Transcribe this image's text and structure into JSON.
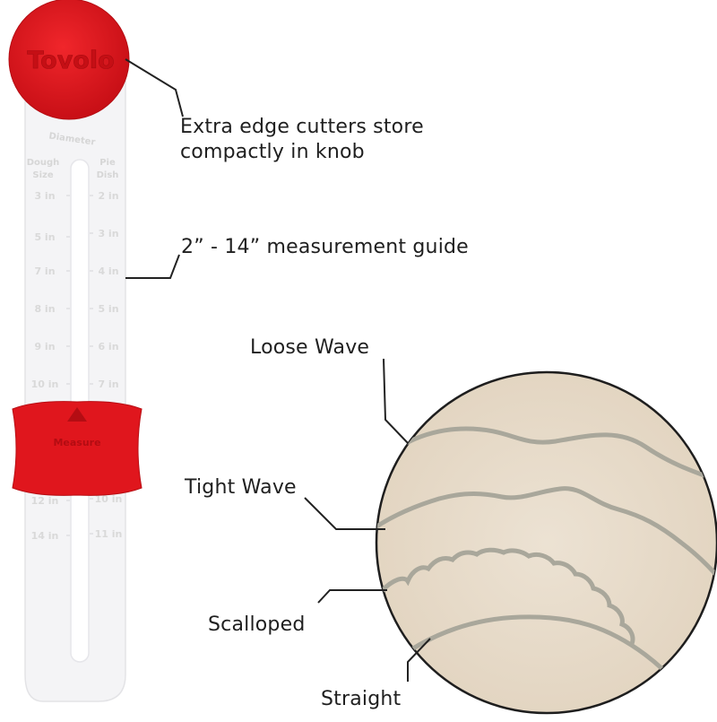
{
  "knob": {
    "brand": "Tovolo"
  },
  "slider": {
    "label": "Measure"
  },
  "ruler": {
    "title": "Diameter",
    "left_header": [
      "Dough",
      "Size"
    ],
    "right_header": [
      "Pie",
      "Dish"
    ],
    "left_marks": [
      "3 in",
      "5 in",
      "7 in",
      "8 in",
      "9 in",
      "10 in",
      "12 in",
      "14 in"
    ],
    "right_marks": [
      "2 in",
      "3 in",
      "4 in",
      "5 in",
      "6 in",
      "7 in",
      "10 in",
      "11 in"
    ]
  },
  "callouts": {
    "knob_storage": [
      "Extra edge cutters store",
      "compactly in knob"
    ],
    "measurement_guide": "2” - 14” measurement guide",
    "loose_wave": "Loose Wave",
    "tight_wave": "Tight Wave",
    "scalloped": "Scalloped",
    "straight": "Straight"
  },
  "colors": {
    "knob_red": "#e1141b",
    "ruler_white": "#f4f4f6",
    "dough_beige": "#e8dccb",
    "cut_line": "#a9a79b",
    "leader_line": "#222222"
  }
}
